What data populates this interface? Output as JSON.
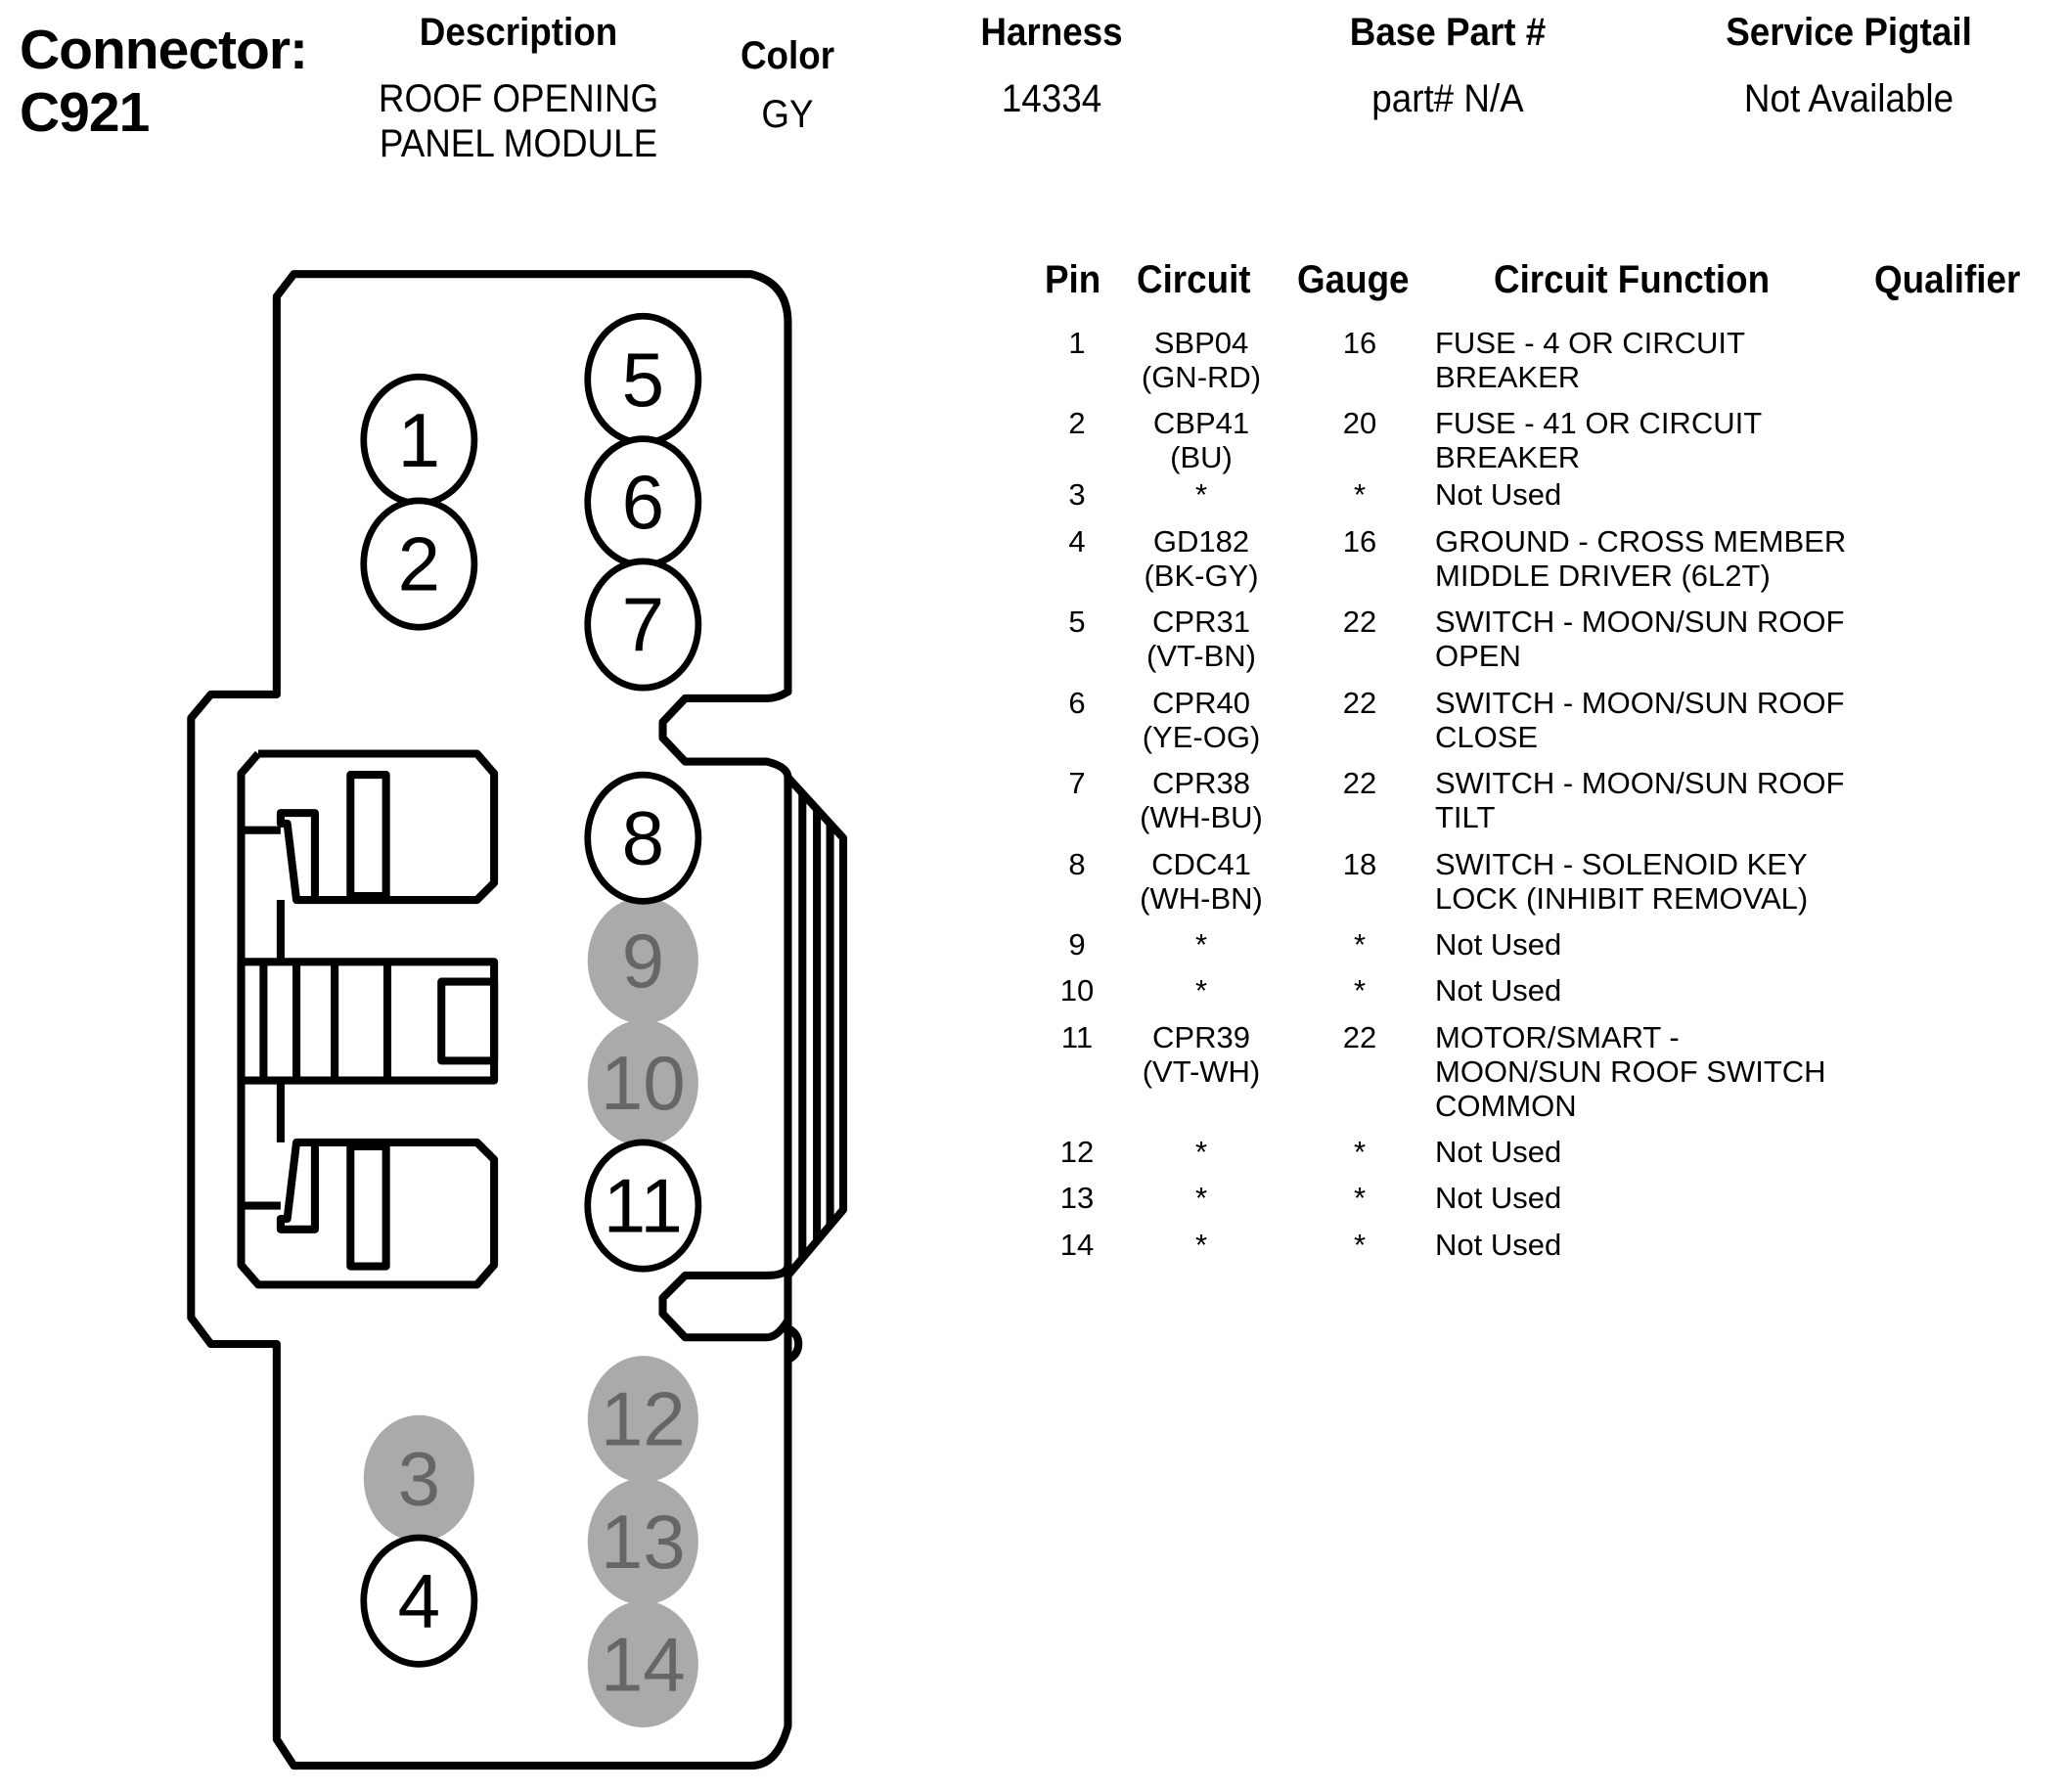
{
  "header": {
    "connector_label": "Connector:",
    "connector_id": "C921",
    "fields": [
      {
        "label": "Description",
        "value_lines": [
          "ROOF OPENING",
          "PANEL MODULE"
        ]
      },
      {
        "label": "Color",
        "value_lines": [
          "GY"
        ]
      },
      {
        "label": "Harness",
        "value_lines": [
          "14334"
        ]
      },
      {
        "label": "Base Part #",
        "value_lines": [
          "part# N/A"
        ]
      },
      {
        "label": "Service Pigtail",
        "value_lines": [
          "Not Available"
        ]
      }
    ]
  },
  "table": {
    "columns": [
      "Pin",
      "Circuit",
      "Gauge",
      "Circuit Function",
      "Qualifier"
    ],
    "rows": [
      {
        "pin": "1",
        "circuit": [
          "SBP04",
          "(GN-RD)"
        ],
        "gauge": "16",
        "function": [
          "FUSE - 4 OR CIRCUIT",
          "BREAKER"
        ],
        "qualifier": ""
      },
      {
        "pin": "2",
        "circuit": [
          "CBP41",
          "(BU)"
        ],
        "gauge": "20",
        "function": [
          "FUSE - 41 OR CIRCUIT",
          "BREAKER"
        ],
        "qualifier": ""
      },
      {
        "pin": "3",
        "circuit": [
          "*"
        ],
        "gauge": "*",
        "function": [
          "Not Used"
        ],
        "qualifier": ""
      },
      {
        "pin": "4",
        "circuit": [
          "GD182",
          "(BK-GY)"
        ],
        "gauge": "16",
        "function": [
          "GROUND - CROSS MEMBER",
          "MIDDLE DRIVER (6L2T)"
        ],
        "qualifier": ""
      },
      {
        "pin": "5",
        "circuit": [
          "CPR31",
          "(VT-BN)"
        ],
        "gauge": "22",
        "function": [
          "SWITCH - MOON/SUN ROOF",
          "OPEN"
        ],
        "qualifier": ""
      },
      {
        "pin": "6",
        "circuit": [
          "CPR40",
          "(YE-OG)"
        ],
        "gauge": "22",
        "function": [
          "SWITCH - MOON/SUN ROOF",
          "CLOSE"
        ],
        "qualifier": ""
      },
      {
        "pin": "7",
        "circuit": [
          "CPR38",
          "(WH-BU)"
        ],
        "gauge": "22",
        "function": [
          "SWITCH - MOON/SUN ROOF",
          "TILT"
        ],
        "qualifier": ""
      },
      {
        "pin": "8",
        "circuit": [
          "CDC41",
          "(WH-BN)"
        ],
        "gauge": "18",
        "function": [
          "SWITCH - SOLENOID KEY",
          "LOCK (INHIBIT REMOVAL)"
        ],
        "qualifier": ""
      },
      {
        "pin": "9",
        "circuit": [
          "*"
        ],
        "gauge": "*",
        "function": [
          "Not Used"
        ],
        "qualifier": ""
      },
      {
        "pin": "10",
        "circuit": [
          "*"
        ],
        "gauge": "*",
        "function": [
          "Not Used"
        ],
        "qualifier": ""
      },
      {
        "pin": "11",
        "circuit": [
          "CPR39",
          "(VT-WH)"
        ],
        "gauge": "22",
        "function": [
          "MOTOR/SMART -",
          "MOON/SUN ROOF SWITCH",
          "COMMON"
        ],
        "qualifier": ""
      },
      {
        "pin": "12",
        "circuit": [
          "*"
        ],
        "gauge": "*",
        "function": [
          "Not Used"
        ],
        "qualifier": ""
      },
      {
        "pin": "13",
        "circuit": [
          "*"
        ],
        "gauge": "*",
        "function": [
          "Not Used"
        ],
        "qualifier": ""
      },
      {
        "pin": "14",
        "circuit": [
          "*"
        ],
        "gauge": "*",
        "function": [
          "Not Used"
        ],
        "qualifier": ""
      }
    ]
  },
  "connector_pins": [
    {
      "pin": "1",
      "used": true
    },
    {
      "pin": "2",
      "used": true
    },
    {
      "pin": "3",
      "used": false
    },
    {
      "pin": "4",
      "used": true
    },
    {
      "pin": "5",
      "used": true
    },
    {
      "pin": "6",
      "used": true
    },
    {
      "pin": "7",
      "used": true
    },
    {
      "pin": "8",
      "used": true
    },
    {
      "pin": "9",
      "used": false
    },
    {
      "pin": "10",
      "used": false
    },
    {
      "pin": "11",
      "used": true
    },
    {
      "pin": "12",
      "used": false
    },
    {
      "pin": "13",
      "used": false
    },
    {
      "pin": "14",
      "used": false
    }
  ],
  "colors": {
    "outline": "#000000",
    "unused_pin_fill": "#aaaaaa",
    "unused_pin_text": "#666666"
  }
}
